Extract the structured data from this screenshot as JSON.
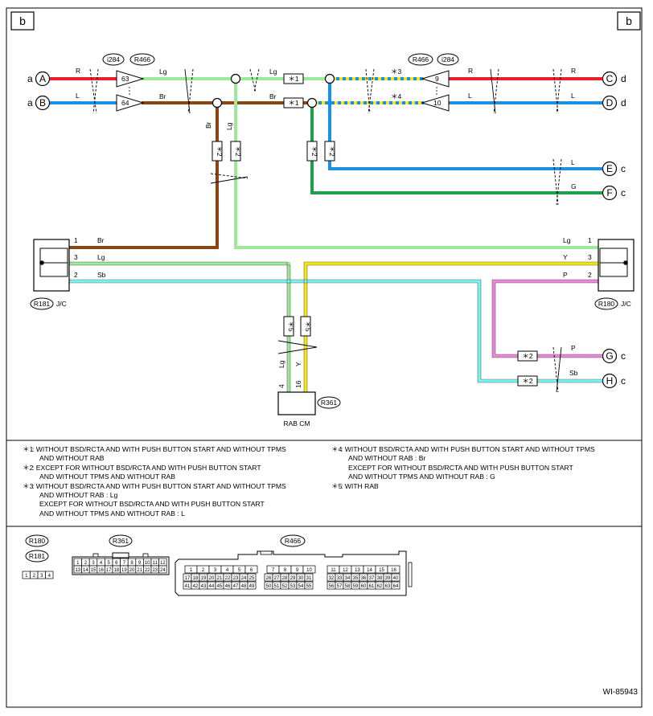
{
  "page_letter": "b",
  "figure_id": "WI-85943",
  "terminals_left": [
    {
      "circle": "A",
      "side": "a",
      "color": "R"
    },
    {
      "circle": "B",
      "side": "a",
      "color": "L"
    }
  ],
  "terminals_right": [
    {
      "circle": "C",
      "side": "d",
      "color": "R"
    },
    {
      "circle": "D",
      "side": "d",
      "color": "L"
    },
    {
      "circle": "E",
      "side": "c",
      "color": "L"
    },
    {
      "circle": "F",
      "side": "c",
      "color": "G"
    },
    {
      "circle": "G",
      "side": "c",
      "color": "P"
    },
    {
      "circle": "H",
      "side": "c",
      "color": "Sb"
    }
  ],
  "connectors": {
    "i284": "i284",
    "r466": "R466",
    "r181": "R181",
    "r180": "R180",
    "r361": "R361",
    "jc": "J/C",
    "rab_cm": "RAB CM"
  },
  "pins": {
    "r466_63": "63",
    "r466_64": "64",
    "r466_9": "9",
    "r466_10": "10",
    "jc_1": "1",
    "jc_2": "2",
    "jc_3": "3",
    "rab_4": "4",
    "rab_16": "16"
  },
  "wire_labels": {
    "r": "R",
    "l": "L",
    "lg": "Lg",
    "br": "Br",
    "g": "G",
    "y": "Y",
    "p": "P",
    "sb": "Sb"
  },
  "marks": {
    "m1": "＊1",
    "m2": "＊2",
    "m3": "＊3",
    "m4": "＊4",
    "m5": "＊5"
  },
  "notes": {
    "left": [
      {
        "mark": "＊1",
        "lines": [
          ": WITHOUT BSD/RCTA AND WITH PUSH BUTTON START AND WITHOUT TPMS",
          "AND WITHOUT RAB"
        ]
      },
      {
        "mark": "＊2",
        "lines": [
          ": EXCEPT FOR WITHOUT BSD/RCTA AND WITH PUSH BUTTON START",
          "AND WITHOUT TPMS AND WITHOUT RAB"
        ]
      },
      {
        "mark": "＊3",
        "lines": [
          ": WITHOUT BSD/RCTA AND WITH PUSH BUTTON START AND WITHOUT TPMS",
          "AND WITHOUT RAB : Lg",
          "EXCEPT FOR WITHOUT BSD/RCTA AND WITH PUSH BUTTON START",
          "AND WITHOUT TPMS AND WITHOUT RAB : L"
        ]
      }
    ],
    "right": [
      {
        "mark": "＊4",
        "lines": [
          ": WITHOUT BSD/RCTA AND WITH PUSH BUTTON START AND WITHOUT TPMS",
          "AND WITHOUT RAB : Br",
          "EXCEPT FOR WITHOUT BSD/RCTA AND WITH PUSH BUTTON START",
          "AND WITHOUT TPMS AND WITHOUT RAB : G"
        ]
      },
      {
        "mark": "＊5",
        "lines": [
          ": WITH RAB"
        ]
      }
    ]
  },
  "connector_faces": {
    "r180_r181_pins": [
      "1",
      "2",
      "3",
      "4"
    ],
    "r361_top": [
      "1",
      "2",
      "3",
      "4",
      "5",
      "6",
      "7",
      "8",
      "9",
      "10",
      "11",
      "12"
    ],
    "r361_bottom": [
      "13",
      "14",
      "15",
      "16",
      "17",
      "18",
      "19",
      "20",
      "21",
      "22",
      "23",
      "24"
    ],
    "r466_a_top": [
      "1",
      "2",
      "3",
      "4",
      "5",
      "6"
    ],
    "r466_a_mid": [
      "17",
      "18",
      "19",
      "20",
      "21",
      "22",
      "23",
      "24",
      "25"
    ],
    "r466_a_bot": [
      "41",
      "42",
      "43",
      "44",
      "45",
      "46",
      "47",
      "48",
      "49"
    ],
    "r466_b_top": [
      "7",
      "8",
      "9",
      "10"
    ],
    "r466_b_mid": [
      "26",
      "27",
      "28",
      "29",
      "30",
      "31"
    ],
    "r466_b_bot": [
      "50",
      "51",
      "52",
      "53",
      "54",
      "55"
    ],
    "r466_c_top": [
      "11",
      "12",
      "13",
      "14",
      "15",
      "16"
    ],
    "r466_c_mid": [
      "32",
      "33",
      "34",
      "35",
      "36",
      "37",
      "38",
      "39",
      "40"
    ],
    "r466_c_bot": [
      "56",
      "57",
      "58",
      "59",
      "60",
      "61",
      "62",
      "63",
      "64"
    ]
  },
  "colors": {
    "red": "#e8202a",
    "blue": "#1b8fe0",
    "lightgreen": "#9ee89a",
    "brown": "#8b4513",
    "green": "#1ea04a",
    "yellow": "#f5e61c",
    "pink": "#e98ad6",
    "skyblue": "#7ff0ec"
  }
}
